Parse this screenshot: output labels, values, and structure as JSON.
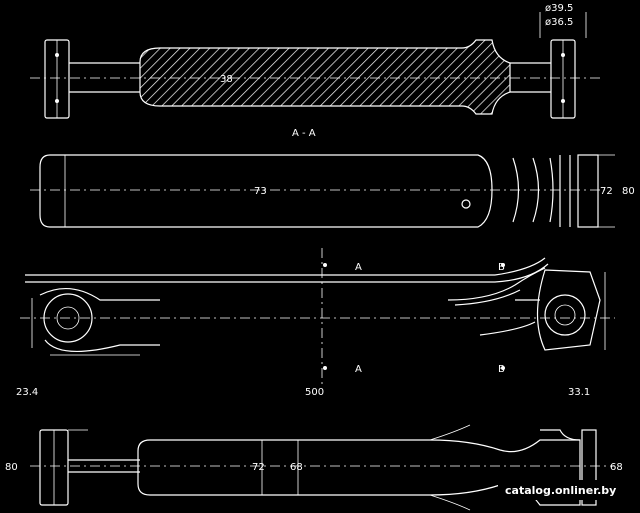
{
  "section_label": "A - A",
  "watermark": "catalog.onliner.by",
  "top_view": {
    "dim_upper": "ø39.5",
    "dim_lower": "ø36.5",
    "dim_center": "38"
  },
  "middle_view": {
    "dim_center": "73",
    "dim_right_1": "72",
    "dim_right_2": "80"
  },
  "side_view": {
    "dim_a_top": "A",
    "dim_b_top": "B",
    "dim_b_bottom": "B",
    "dim_a_bottom": "A",
    "dim_left": "23.4",
    "dim_center": "500",
    "dim_right": "33.1"
  },
  "bottom_view": {
    "dim_left": "80",
    "dim_center_1": "72",
    "dim_center_2": "68",
    "dim_right": "68"
  }
}
